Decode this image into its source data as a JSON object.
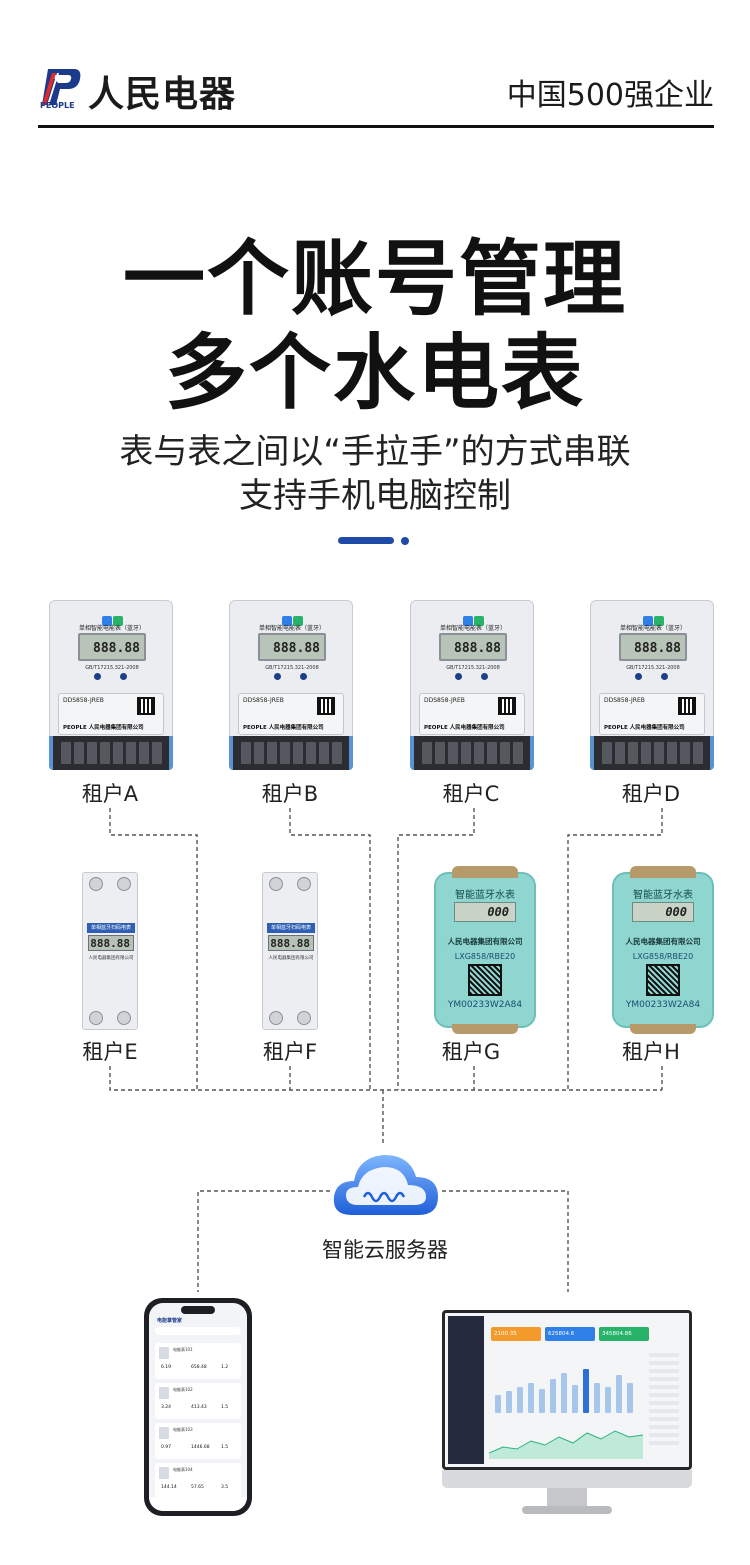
{
  "header": {
    "logo_text": "人民电器",
    "logo_sub": "PEOPLE",
    "tagline": "中国500强企业"
  },
  "headline": {
    "line1": "一个账号管理",
    "line2": "多个水电表"
  },
  "subline": {
    "line1": "表与表之间以“手拉手”的方式串联",
    "line2": "支持手机电脑控制"
  },
  "meters_row1": [
    {
      "tenant": "租户A",
      "model": "DDS858-JREB",
      "brand": "PEOPLE 人民电器集团有限公司",
      "display": "888.88",
      "title": "单相智能电能表（蓝牙）",
      "standard": "GB/T17215.321-2008"
    },
    {
      "tenant": "租户B",
      "model": "DDS858-JREB",
      "brand": "PEOPLE 人民电器集团有限公司",
      "display": "888.88",
      "title": "单相智能电能表（蓝牙）",
      "standard": "GB/T17215.321-2008"
    },
    {
      "tenant": "租户C",
      "model": "DDS858-JREB",
      "brand": "PEOPLE 人民电器集团有限公司",
      "display": "888.88",
      "title": "单相智能电能表（蓝牙）",
      "standard": "GB/T17215.321-2008"
    },
    {
      "tenant": "租户D",
      "model": "DDS858-JREB",
      "brand": "PEOPLE 人民电器集团有限公司",
      "display": "888.88",
      "title": "单相智能电能表（蓝牙）",
      "standard": "GB/T17215.321-2008"
    }
  ],
  "meters_row2": [
    {
      "tenant": "租户E",
      "type": "din",
      "label": "单相蓝牙扫码电表",
      "display": "888.88",
      "maker": "人民电器集团有限公司"
    },
    {
      "tenant": "租户F",
      "type": "din",
      "label": "单相蓝牙扫码电表",
      "display": "888.88",
      "maker": "人民电器集团有限公司"
    },
    {
      "tenant": "租户G",
      "type": "water",
      "title": "智能蓝牙水表",
      "display": "000",
      "maker": "人民电器集团有限公司",
      "model": "LXG858/RBE20",
      "serial": "YM00233W2A84"
    },
    {
      "tenant": "租户H",
      "type": "water",
      "title": "智能蓝牙水表",
      "display": "000",
      "maker": "人民电器集团有限公司",
      "model": "LXG858/RBE20",
      "serial": "YM00233W2A84"
    }
  ],
  "cloud": {
    "label": "智能云服务器"
  },
  "phone": {
    "app_title": "电能掌管家",
    "cards": [
      {
        "name": "电能表101",
        "values": [
          "6.19",
          "658.48",
          "1.2"
        ]
      },
      {
        "name": "电能表102",
        "values": [
          "3.24",
          "413.43",
          "1.5"
        ]
      },
      {
        "name": "电能表103",
        "values": [
          "0.97",
          "1446.68",
          "1.5"
        ]
      },
      {
        "name": "电能表104",
        "values": [
          "144.14",
          "57.65",
          "3.5"
        ]
      }
    ]
  },
  "monitor": {
    "stats": [
      {
        "value": "2100.35",
        "color": "#f39a2b"
      },
      {
        "value": "625804.6",
        "color": "#2f7fe8"
      },
      {
        "value": "345804.86",
        "color": "#27b36a"
      }
    ]
  },
  "colors": {
    "brand_blue": "#1f4aa8",
    "water_teal": "#8fd6d1",
    "line_dash": "#555555"
  }
}
